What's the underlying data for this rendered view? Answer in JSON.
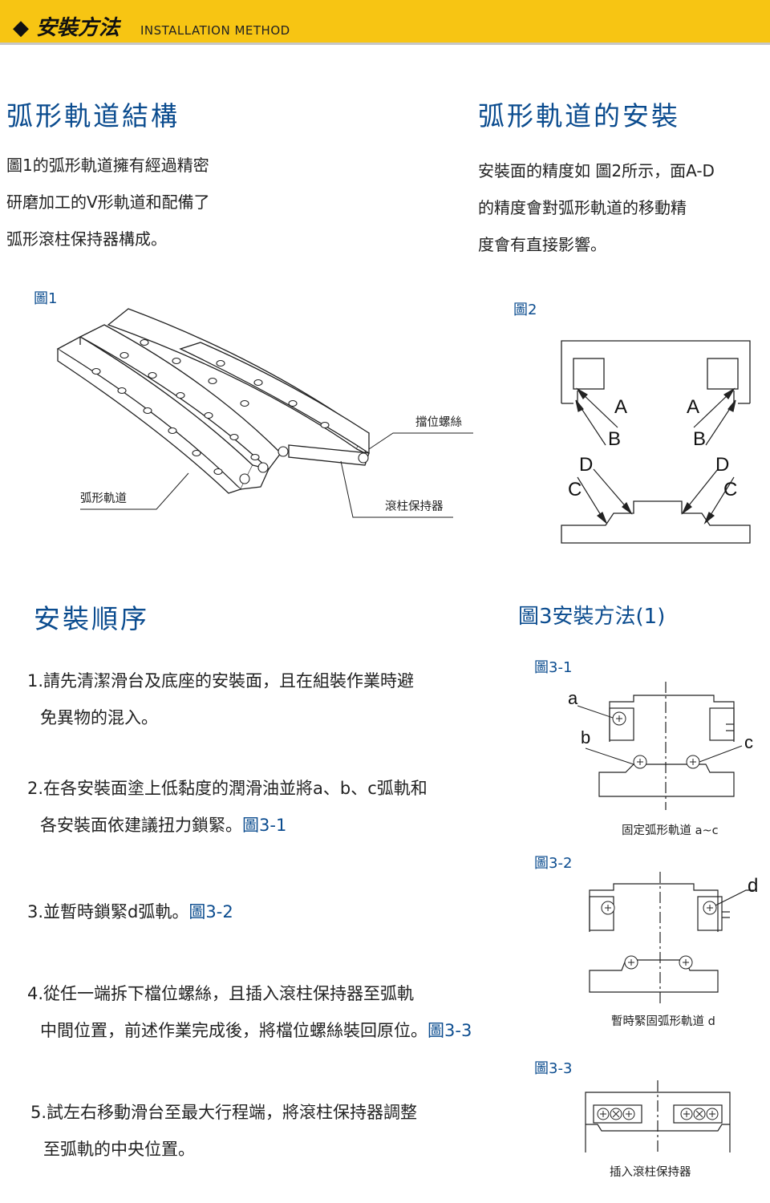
{
  "header": {
    "title_zh": "◆ 安裝方法",
    "title_en": "INSTALLATION METHOD"
  },
  "structure": {
    "title": "弧形軌道結構",
    "lines": [
      "圖1的弧形軌道擁有經過精密",
      "研磨加工的V形軌道和配備了",
      "弧形滾柱保持器構成。"
    ]
  },
  "install": {
    "title": "弧形軌道的安裝",
    "lines": [
      "安裝面的精度如 圖2所示，面A-D",
      "的精度會對弧形軌道的移動精",
      "度會有直接影響。"
    ]
  },
  "fig1": {
    "label": "圖1",
    "callout_screw": "擋位螺絲",
    "callout_rail": "弧形軌道",
    "callout_retainer": "滾柱保持器"
  },
  "fig2": {
    "label": "圖2",
    "letters": [
      "A",
      "B",
      "D",
      "C"
    ]
  },
  "sequence": {
    "title": "安裝順序",
    "steps": [
      {
        "line1": "1.請先清潔滑台及底座的安裝面，且在組裝作業時避",
        "line2": "免異物的混入。",
        "ref": ""
      },
      {
        "line1": "2.在各安裝面塗上低黏度的潤滑油並將a、b、c弧軌和",
        "line2": "各安裝面依建議扭力鎖緊。",
        "ref": "圖3-1"
      },
      {
        "line1": "3.並暫時鎖緊d弧軌。",
        "line2": "",
        "ref": "圖3-2"
      },
      {
        "line1": "4.從任一端拆下檔位螺絲，且插入滾柱保持器至弧軌",
        "line2": "中間位置，前述作業完成後，將檔位螺絲裝回原位。",
        "ref": "圖3-3"
      },
      {
        "line1": "5.試左右移動滑台至最大行程端，將滾柱保持器調整",
        "line2": "至弧軌的中央位置。",
        "ref": ""
      }
    ]
  },
  "fig3": {
    "title": "圖3安裝方法(1)",
    "sub1": {
      "label": "圖3-1",
      "caption": "固定弧形軌道 a~c",
      "letters": [
        "a",
        "b",
        "c"
      ]
    },
    "sub2": {
      "label": "圖3-2",
      "caption": "暫時緊固弧形軌道 d",
      "letters": [
        "d"
      ]
    },
    "sub3": {
      "label": "圖3-3",
      "caption": "插入滾柱保持器"
    }
  },
  "colors": {
    "header": "#f7c513",
    "accent": "#0b4c8f"
  }
}
